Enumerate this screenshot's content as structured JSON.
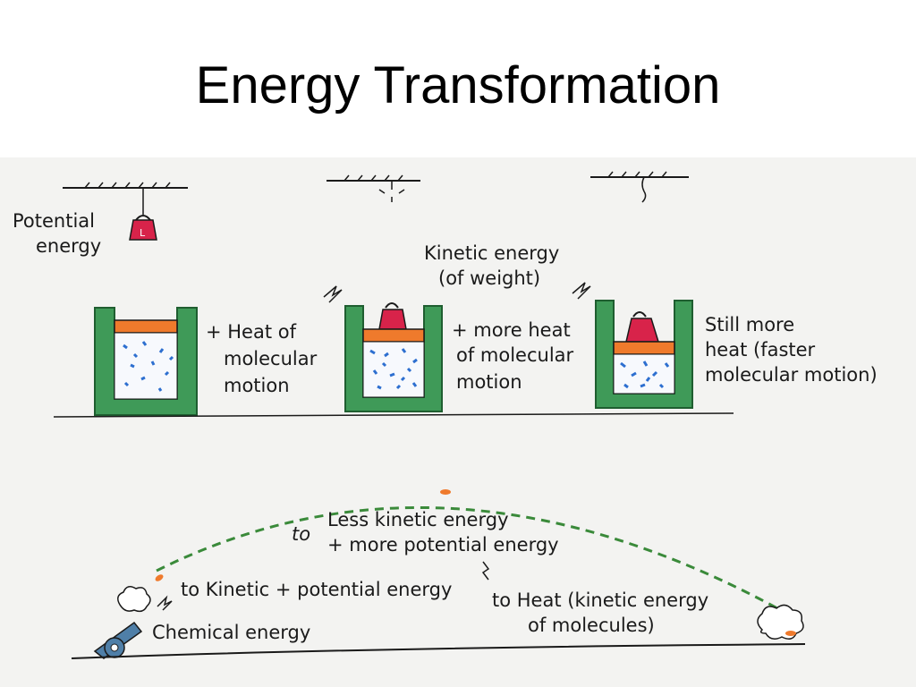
{
  "slide": {
    "title": "Energy Transformation"
  },
  "colors": {
    "container_green": "#3f9a58",
    "container_dark": "#1f5e30",
    "lid_orange": "#ef7a2c",
    "weight_red": "#d8234a",
    "molecule_blue": "#2d6fd0",
    "path_green": "#3a8a3a",
    "background_faint": "#f3f3f1",
    "text": "#1a1a1a"
  },
  "panels": {
    "panel1": {
      "label_line1": "Potential",
      "label_line2": "energy",
      "heat_line1": "+ Heat of",
      "heat_line2": "molecular",
      "heat_line3": "motion"
    },
    "panel2": {
      "label_line1": "Kinetic energy",
      "label_line2": "(of weight)",
      "heat_line1": "+ more heat",
      "heat_line2": "of molecular",
      "heat_line3": "motion"
    },
    "panel3": {
      "heat_line1": "Still more",
      "heat_line2": "heat (faster",
      "heat_line3": "molecular motion)"
    }
  },
  "trajectory": {
    "to_1": "to",
    "less_kinetic": "Less kinetic energy",
    "more_potential": "+ more potential energy",
    "to_kinetic": "to Kinetic + potential energy",
    "to_heat_line1": "to Heat (kinetic energy",
    "to_heat_line2": "of molecules)",
    "chemical": "Chemical energy"
  },
  "icons": {
    "weight": "kettlebell-weight-icon",
    "cannon": "cannon-icon",
    "arrow": "squiggly-arrow-icon",
    "impact": "impact-cloud-icon"
  }
}
